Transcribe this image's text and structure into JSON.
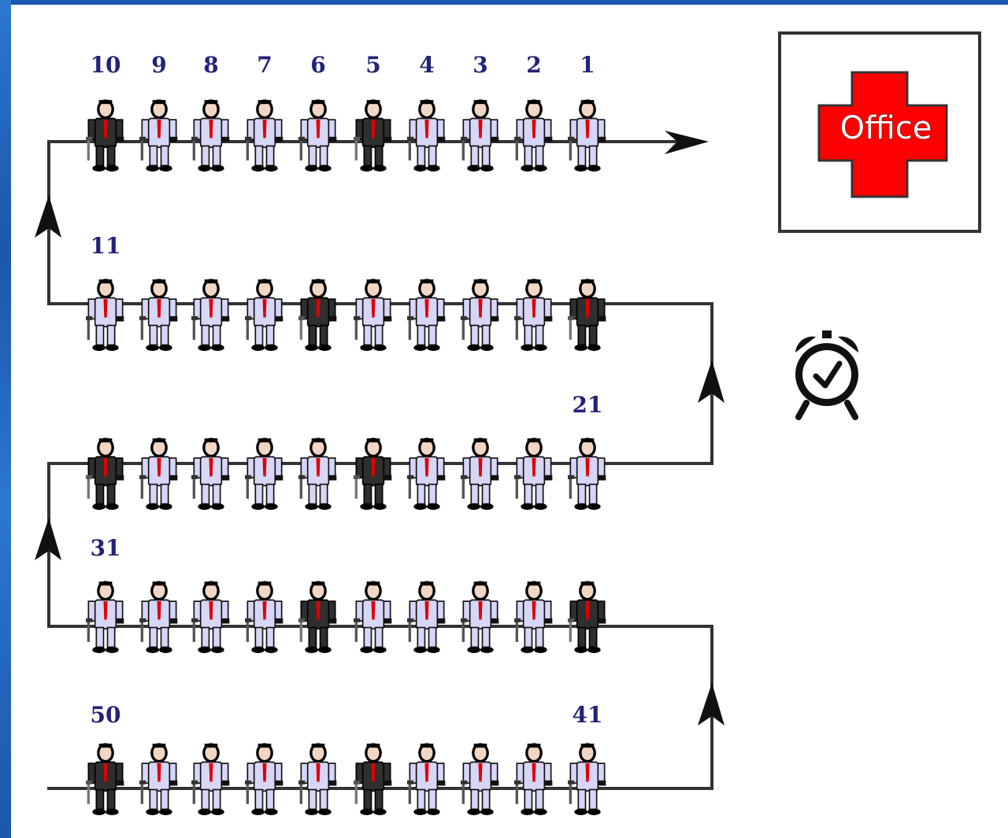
{
  "queue": {
    "rows": [
      {
        "direction": "right-to-left-numbering",
        "people": [
          {
            "label": "10",
            "suit": "dark"
          },
          {
            "label": "9",
            "suit": "light"
          },
          {
            "label": "8",
            "suit": "light"
          },
          {
            "label": "7",
            "suit": "light"
          },
          {
            "label": "6",
            "suit": "light"
          },
          {
            "label": "5",
            "suit": "dark"
          },
          {
            "label": "4",
            "suit": "light"
          },
          {
            "label": "3",
            "suit": "light"
          },
          {
            "label": "2",
            "suit": "light"
          },
          {
            "label": "1",
            "suit": "light"
          }
        ]
      },
      {
        "people": [
          {
            "label": "11",
            "suit": "light"
          },
          {
            "label": "",
            "suit": "light"
          },
          {
            "label": "",
            "suit": "light"
          },
          {
            "label": "",
            "suit": "light"
          },
          {
            "label": "",
            "suit": "dark"
          },
          {
            "label": "",
            "suit": "light"
          },
          {
            "label": "",
            "suit": "light"
          },
          {
            "label": "",
            "suit": "light"
          },
          {
            "label": "",
            "suit": "light"
          },
          {
            "label": "",
            "suit": "dark"
          }
        ]
      },
      {
        "people": [
          {
            "label": "",
            "suit": "dark"
          },
          {
            "label": "",
            "suit": "light"
          },
          {
            "label": "",
            "suit": "light"
          },
          {
            "label": "",
            "suit": "light"
          },
          {
            "label": "",
            "suit": "light"
          },
          {
            "label": "",
            "suit": "dark"
          },
          {
            "label": "",
            "suit": "light"
          },
          {
            "label": "",
            "suit": "light"
          },
          {
            "label": "",
            "suit": "light"
          },
          {
            "label": "21",
            "suit": "light"
          }
        ]
      },
      {
        "people": [
          {
            "label": "31",
            "suit": "light"
          },
          {
            "label": "",
            "suit": "light"
          },
          {
            "label": "",
            "suit": "light"
          },
          {
            "label": "",
            "suit": "light"
          },
          {
            "label": "",
            "suit": "dark"
          },
          {
            "label": "",
            "suit": "light"
          },
          {
            "label": "",
            "suit": "light"
          },
          {
            "label": "",
            "suit": "light"
          },
          {
            "label": "",
            "suit": "light"
          },
          {
            "label": "",
            "suit": "dark"
          }
        ]
      },
      {
        "people": [
          {
            "label": "50",
            "suit": "dark"
          },
          {
            "label": "",
            "suit": "light"
          },
          {
            "label": "",
            "suit": "light"
          },
          {
            "label": "",
            "suit": "light"
          },
          {
            "label": "",
            "suit": "light"
          },
          {
            "label": "",
            "suit": "dark"
          },
          {
            "label": "",
            "suit": "light"
          },
          {
            "label": "",
            "suit": "light"
          },
          {
            "label": "",
            "suit": "light"
          },
          {
            "label": "41",
            "suit": "light"
          }
        ]
      }
    ]
  },
  "office": {
    "label": "Office",
    "cross_color": "#ff0000",
    "border_color": "#333333"
  },
  "clock": {
    "icon": "alarm-clock-icon"
  },
  "colors": {
    "path_line": "#333333",
    "light_suit": "#d6d6f7",
    "dark_suit": "#2f2f2f",
    "tie": "#e00000",
    "label": "#23237a"
  }
}
